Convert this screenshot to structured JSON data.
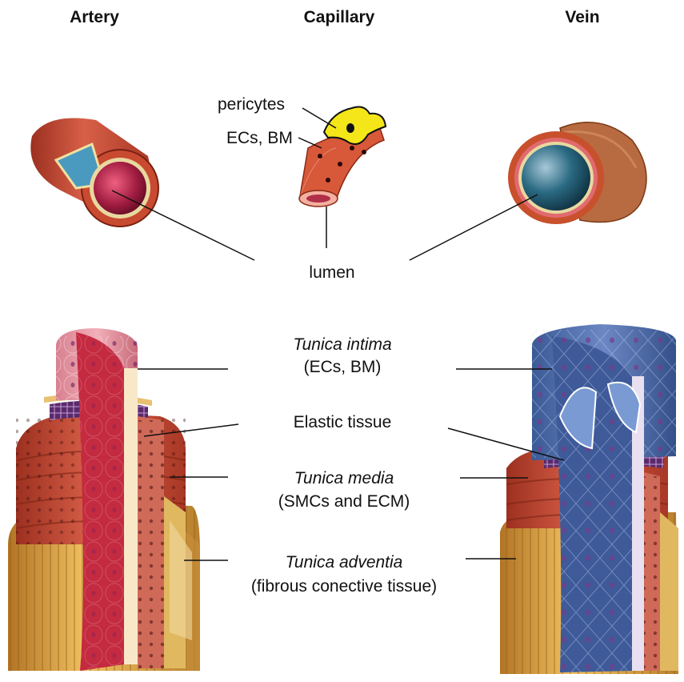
{
  "headers": {
    "artery": "Artery",
    "capillary": "Capillary",
    "vein": "Vein"
  },
  "labels": {
    "pericytes": "pericytes",
    "ecs_bm_top": "ECs, BM",
    "lumen": "lumen",
    "tunica_intima": "Tunica intima",
    "tunica_intima_sub": "(ECs, BM)",
    "elastic_tissue": "Elastic tissue",
    "tunica_media": "Tunica media",
    "tunica_media_sub": "(SMCs and ECM)",
    "tunica_adventia": "Tunica adventia",
    "tunica_adventia_sub": "(fibrous conective tissue)"
  },
  "colors": {
    "artery_muscle": "#c8452c",
    "artery_lumen": "#9e1c3c",
    "artery_intima": "#e98a9a",
    "adventitia": "#d9a043",
    "elastic": "#7a3a7a",
    "vein_intima": "#4a6aa8",
    "vein_lumen": "#1e5a70",
    "pericyte": "#f5e61a",
    "line": "#111111"
  }
}
